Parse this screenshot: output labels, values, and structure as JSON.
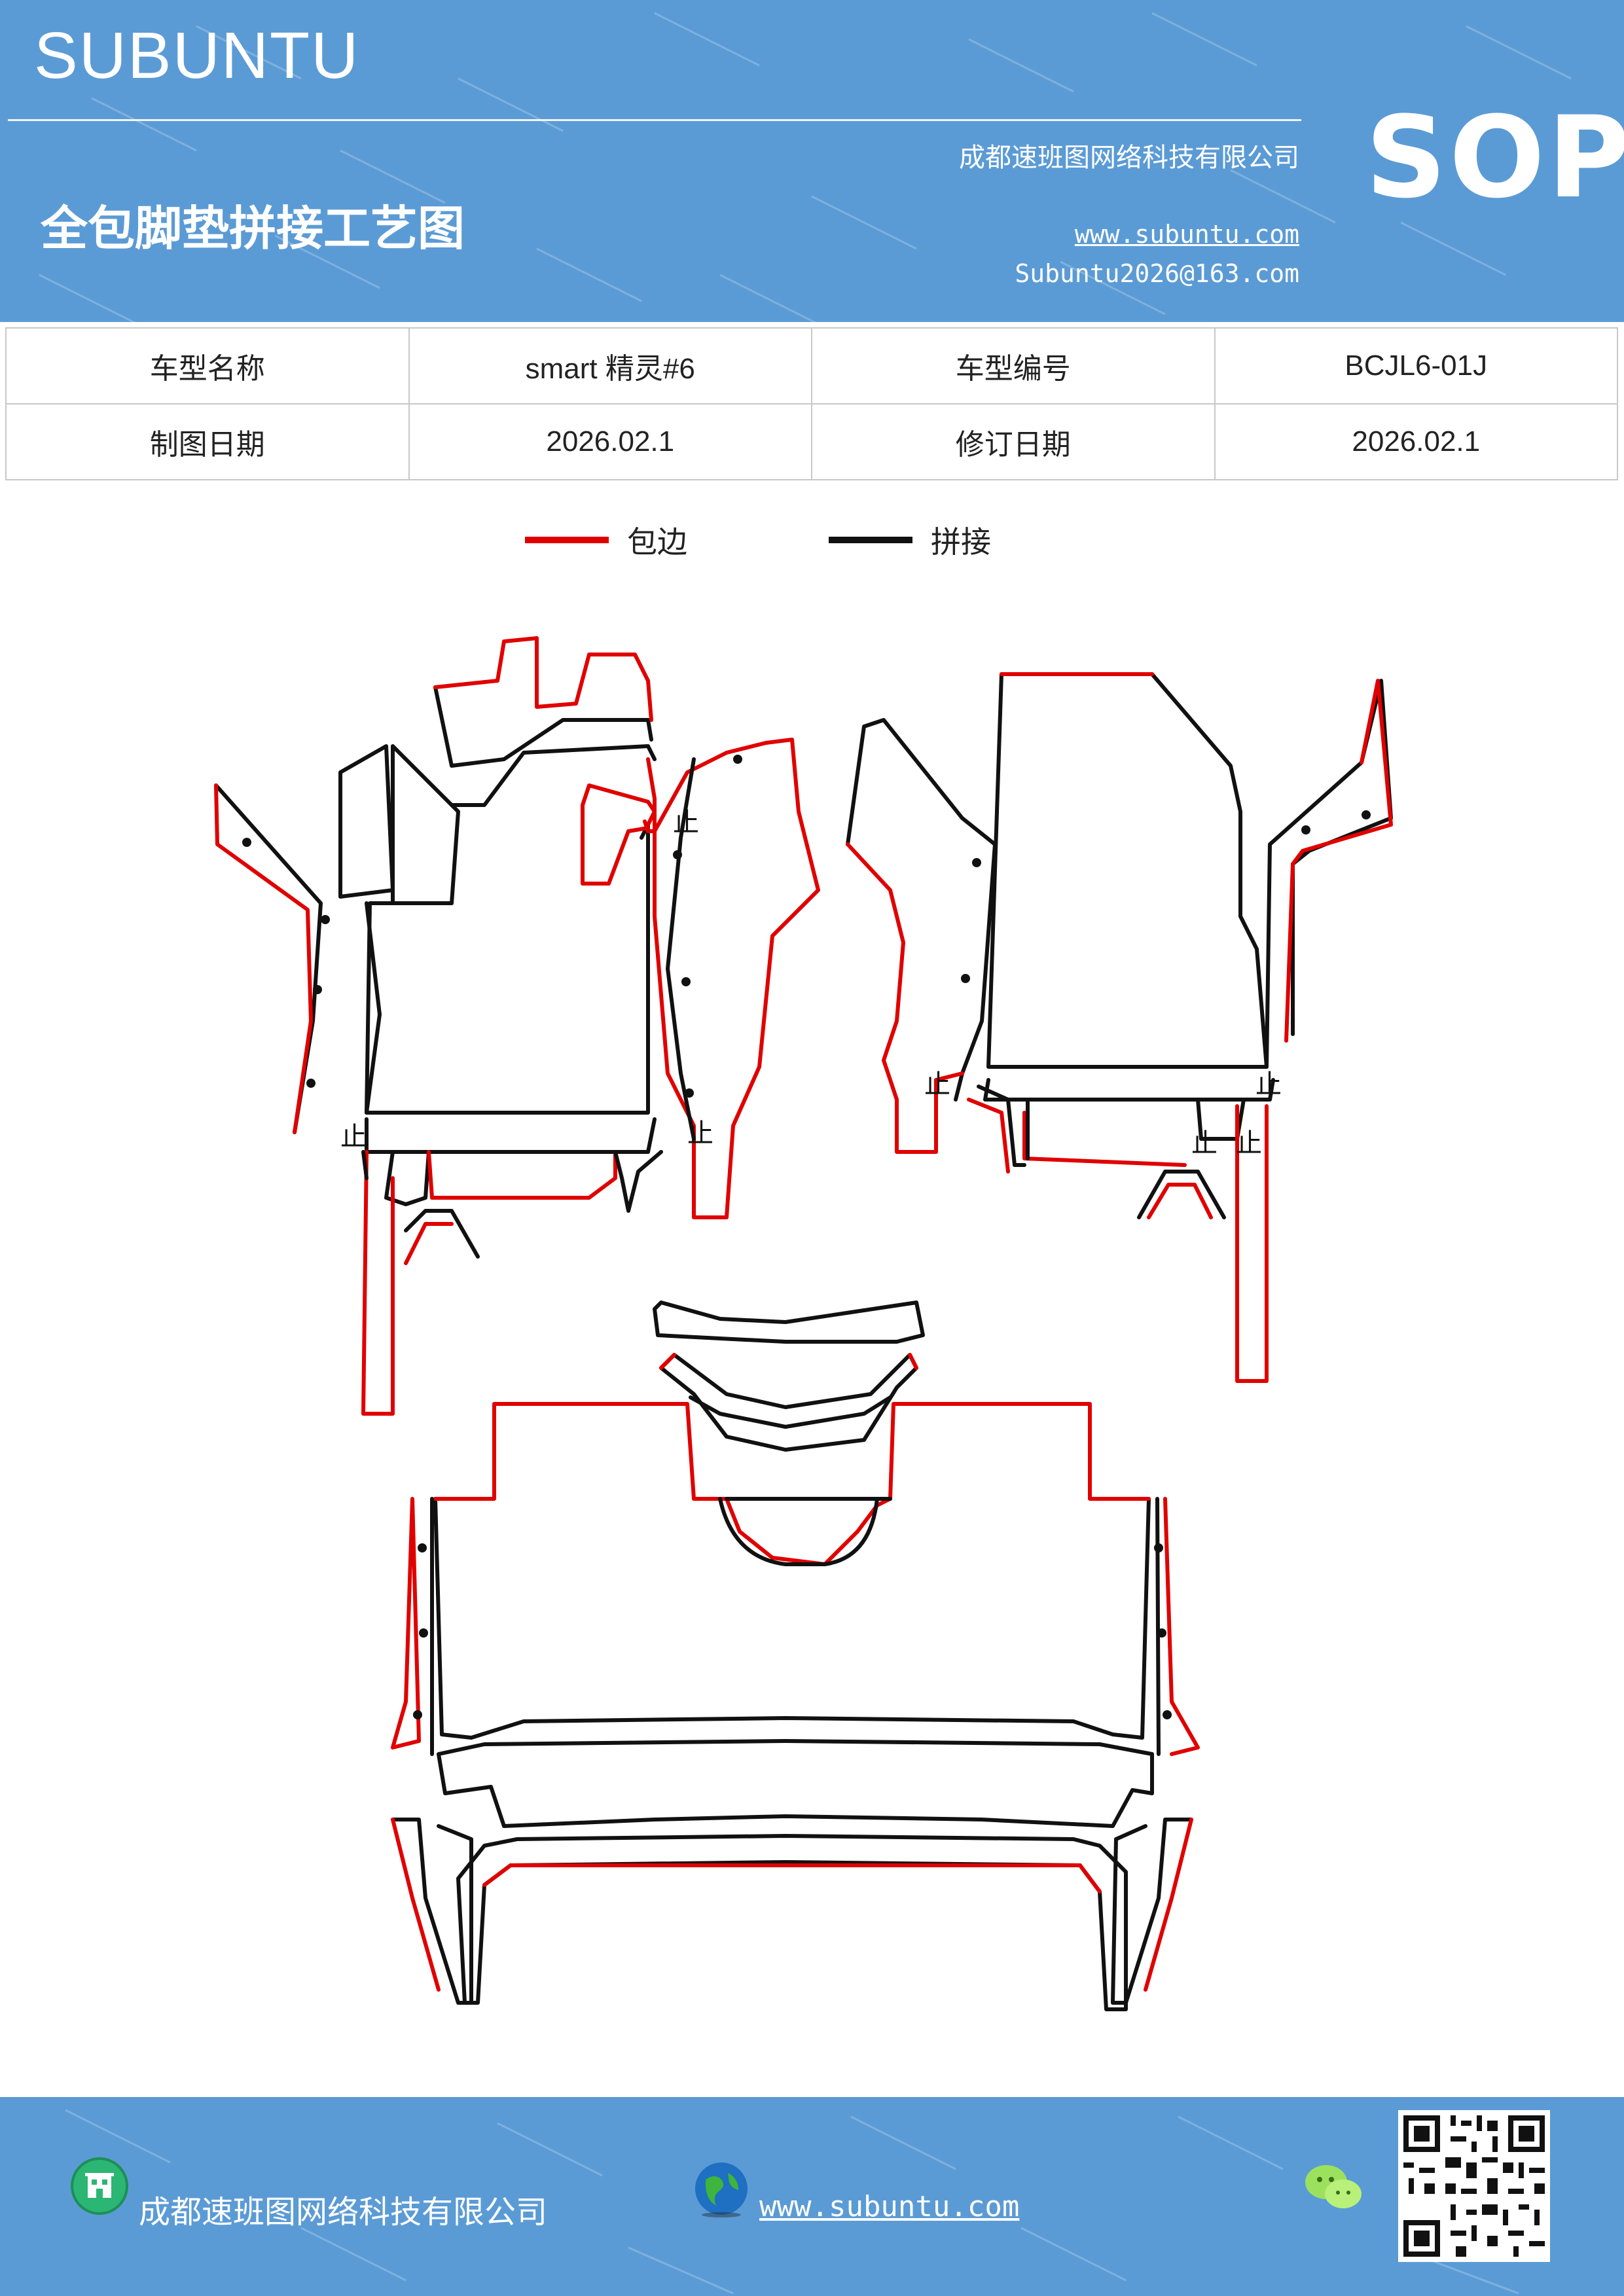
{
  "header": {
    "brand": "SUBUNTU",
    "title": "全包脚垫拼接工艺图",
    "company": "成都速班图网络科技有限公司",
    "website": "www.subuntu.com",
    "email": "Subuntu2026@163.com",
    "sop": "SOP"
  },
  "info_table": {
    "model_name_label": "车型名称",
    "model_name": "smart 精灵#6",
    "model_code_label": "车型编号",
    "model_code": "BCJL6-01J",
    "draw_date_label": "制图日期",
    "draw_date": "2026.02.1",
    "revise_date_label": "修订日期",
    "revise_date": "2026.02.1"
  },
  "legend": {
    "edge_label": "包边",
    "edge_color": "#e00000",
    "splice_label": "拼接",
    "splice_color": "#111111"
  },
  "diagram": {
    "stop_mark": "止"
  },
  "footer": {
    "company": "成都速班图网络科技有限公司",
    "website": "www.subuntu.com",
    "icons": [
      "building-icon",
      "globe-icon",
      "wechat-icon",
      "qr-code"
    ]
  }
}
